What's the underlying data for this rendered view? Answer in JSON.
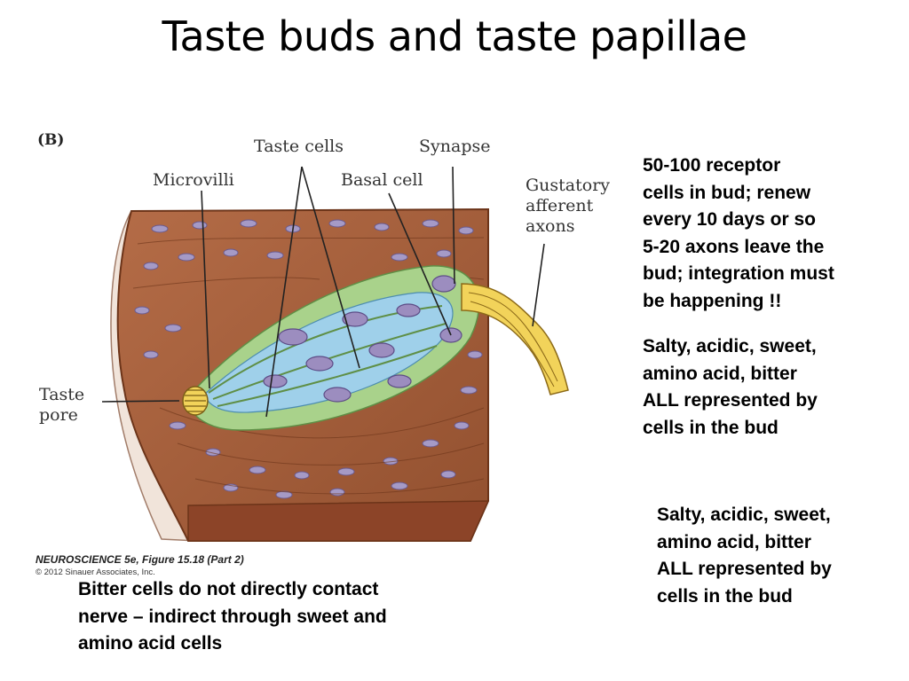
{
  "slide": {
    "title": "Taste buds and taste papillae"
  },
  "figure": {
    "panel_label": "(B)",
    "labels": {
      "taste_cells": "Taste cells",
      "synapse": "Synapse",
      "microvilli": "Microvilli",
      "basal_cell": "Basal cell",
      "gustatory_axons": "Gustatory\nafferent\naxons",
      "taste_pore": "Taste\npore"
    },
    "credit_title": "NEUROSCIENCE 5e, Figure 15.18 (Part 2)",
    "credit_copyright": "© 2012 Sinauer Associates, Inc."
  },
  "notes": {
    "receptor_cells": "50-100 receptor\ncells in bud; renew\nevery 10 days or so\n5-20 axons leave the\nbud; integration must\nbe happening !!",
    "represented_1": "Salty, acidic, sweet,\namino acid, bitter\nALL represented by\ncells in the bud",
    "represented_2": "Salty, acidic, sweet,\namino acid, bitter\nALL represented by\ncells in the bud",
    "bitter_cells": "Bitter cells do not directly contact\nnerve – indirect through sweet and\namino acid cells"
  },
  "colors": {
    "tissue": "#a9623f",
    "tissue_dark": "#7e3f24",
    "bud_green": "#a9d28b",
    "bud_blue": "#9fd0ea",
    "nucleus": "#9c8dbf",
    "nerve": "#f2d35a"
  }
}
